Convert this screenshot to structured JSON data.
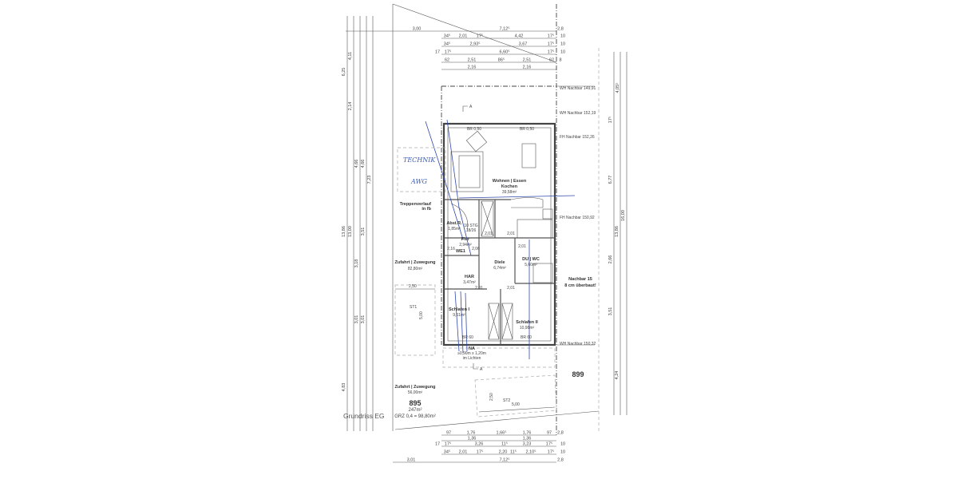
{
  "drawing_title": "Grundriss EG",
  "plots": {
    "main": {
      "number": "895",
      "area": "247m²",
      "grz": "GRZ 0,4 = 98,80m²"
    },
    "neighbor_right": "899",
    "neighbor_note": [
      "Nachbar 15",
      "8 cm überbaut!"
    ]
  },
  "outdoor": {
    "access_upper": {
      "name": "Zufahrt | Zuwegung",
      "area": "82,80m²"
    },
    "access_lower": {
      "name": "Zufahrt | Zuwegung",
      "area": "56,00m²"
    },
    "parking_1": {
      "id": "ST1",
      "width": "2,50",
      "length": "5,00"
    },
    "parking_2": {
      "id": "ST2",
      "width": "2,50",
      "length": "5,00"
    }
  },
  "rooms": [
    {
      "name": "Wohnen | Essen",
      "name2": "Kochen",
      "area": "39,58m²"
    },
    {
      "name": "Abst.R.",
      "area": "1,85m²"
    },
    {
      "name": "10 STG",
      "area": "18/26"
    },
    {
      "name": "Flur",
      "area": "2,94m²"
    },
    {
      "name": "Diele",
      "area": "6,74m²"
    },
    {
      "name": "DU | WC",
      "area": "5,60m²"
    },
    {
      "name": "HAR",
      "area": "3,47m²"
    },
    {
      "name": "Schlafen I",
      "area": "9,61m²"
    },
    {
      "name": "Schlafen II",
      "area": "10,98m²"
    }
  ],
  "annotations": {
    "entrance": "WE1",
    "stairs": [
      "Treppenverlauf",
      "in fb"
    ],
    "window_br_top": [
      "BR 0,50",
      "BR 0,50"
    ],
    "window_br_bottom": [
      "BR 60",
      "BR 60"
    ],
    "emergency_exit": [
      "NA",
      "≥0,90m x 1,20m",
      "im Lichten"
    ],
    "section_marker": "A",
    "handwritten": [
      "TECHNIK",
      "AWG"
    ]
  },
  "neighbor_heights": [
    "WH Nachbar 149,91",
    "WH Nachbar 152,19",
    "FH Nachbar 152,26",
    "FH Nachbar 150,92",
    "WH Nachbar 150,32"
  ],
  "dimensions": {
    "top": [
      [
        "3,00",
        "7,12⁵",
        "2,8"
      ],
      [
        "34⁵",
        "2,01",
        "17⁵",
        "4,42",
        "17⁵",
        "10"
      ],
      [
        "34⁵",
        "2,93⁵",
        "3,67",
        "17⁵",
        "10"
      ],
      [
        "17",
        "17⁵",
        "6,60⁵",
        "17⁵",
        "10"
      ],
      [
        "62",
        "2,51",
        "86⁵",
        "2,51",
        "62",
        "8"
      ],
      [
        "2,16",
        "2,16"
      ]
    ],
    "bottom": [
      [
        "97",
        "1,76",
        "1,66⁵",
        "1,76",
        "97",
        "2,8"
      ],
      [
        "1,36",
        "1,36"
      ],
      [
        "17",
        "17⁵",
        "3,26",
        "11⁵",
        "3,23",
        "17⁵",
        "10"
      ],
      [
        "34⁵",
        "2,01",
        "17⁵",
        "2,20",
        "11⁵",
        "2,10⁵",
        "17⁵",
        "10"
      ],
      [
        "3,01",
        "7,12⁵",
        "2,8"
      ]
    ],
    "left": [
      "6,25",
      "4,11",
      "2,14",
      "13,86",
      "13,00",
      "4,66",
      "4,66",
      "7,23",
      "3,51",
      "3,18",
      "3,01",
      "3,01",
      "4,83"
    ],
    "right": [
      "4,05⁵",
      "17⁵",
      "6,77",
      "13,86",
      "16,00",
      "2,66",
      "3,51",
      "4,24"
    ],
    "interior": [
      "2,01",
      "2,01",
      "2,01",
      "2,01",
      "2,01",
      "2,16",
      "2,06"
    ]
  }
}
